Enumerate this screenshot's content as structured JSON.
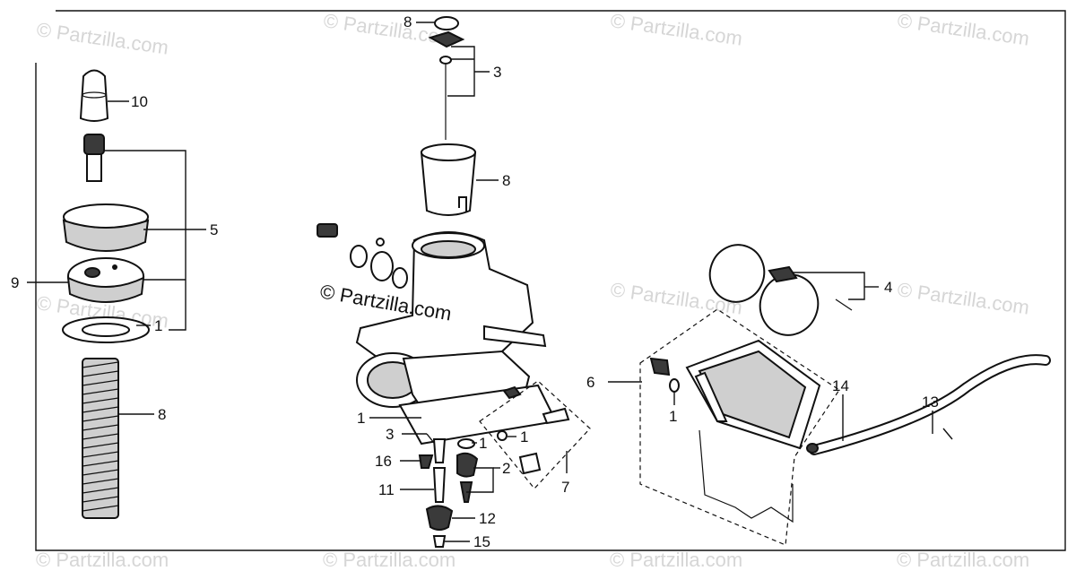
{
  "watermark": {
    "text": "© Partzilla.com"
  },
  "callouts": {
    "c8_top": "8",
    "c3_top": "3",
    "c8_slide": "8",
    "c10": "10",
    "c5": "5",
    "c9": "9",
    "c1_left": "1",
    "c8_spring": "8",
    "c4": "4",
    "c6": "6",
    "c1_bowl": "1",
    "c14": "14",
    "c13": "13",
    "c1_body": "1",
    "c3_bottom": "3",
    "c1_mid": "1",
    "c1_right": "1",
    "c16": "16",
    "c2": "2",
    "c7": "7",
    "c11": "11",
    "c12": "12",
    "c15": "15"
  },
  "colors": {
    "ink": "#111111",
    "watermark": "#d6d6d6",
    "background": "#ffffff"
  }
}
